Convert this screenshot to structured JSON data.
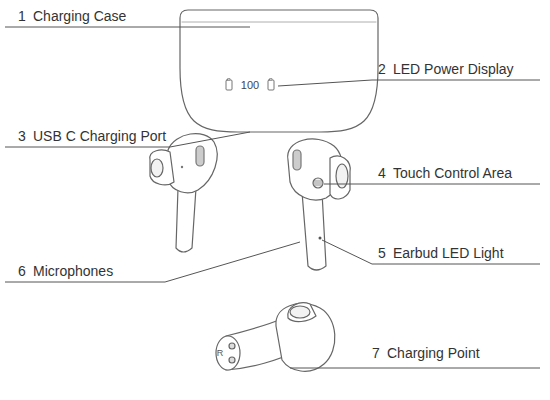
{
  "diagram": {
    "labels": [
      "1",
      "Charging Case",
      "100",
      "2",
      "LED Power Display",
      "3",
      "USB C Charging Port",
      "4",
      "Touch Control Area",
      "5",
      "Earbud LED Light",
      "6",
      "Microphones",
      "R",
      "7",
      "Charging Point"
    ]
  }
}
